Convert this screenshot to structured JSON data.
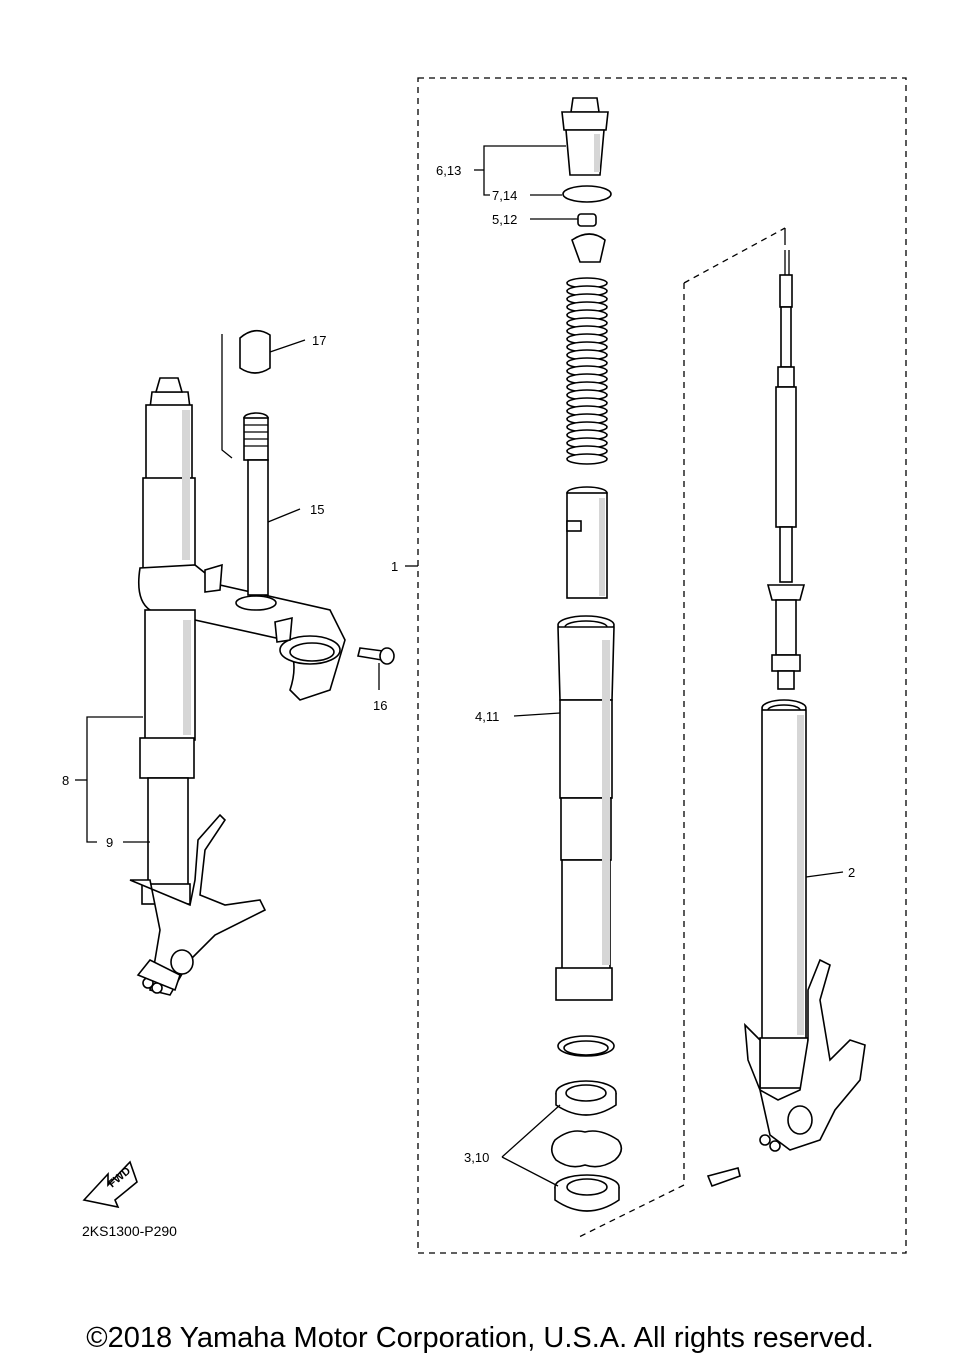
{
  "diagram": {
    "callouts": {
      "c1": "1",
      "c2": "2",
      "c3_10": "3,10",
      "c4_11": "4,11",
      "c5_12": "5,12",
      "c6_13": "6,13",
      "c7_14": "7,14",
      "c8": "8",
      "c9": "9",
      "c15": "15",
      "c16": "16",
      "c17": "17"
    },
    "fwd_label": "FWD",
    "diagram_code": "2KS1300-P290"
  },
  "footer": {
    "copyright": "©2018 Yamaha Motor Corporation, U.S.A. All rights reserved."
  }
}
